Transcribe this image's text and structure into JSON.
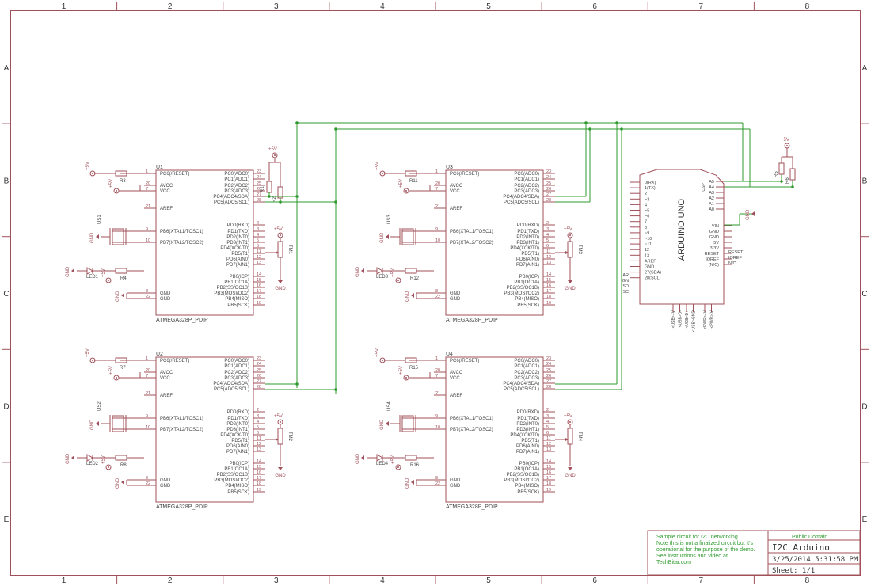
{
  "frame": {
    "columns": [
      "1",
      "2",
      "3",
      "4",
      "5",
      "6",
      "7",
      "8"
    ],
    "rows": [
      "A",
      "B",
      "C",
      "D",
      "E"
    ]
  },
  "colors": {
    "border": "#a0505a",
    "part": "#a0505a",
    "wire": "#2e9a2e",
    "note": "#2e9a2e"
  },
  "chips": [
    {
      "id": "U1",
      "name": "ATMEGA328P_PDIP",
      "crystal": "US1",
      "pot": "TM1",
      "resistor_top": "R3",
      "resistor_led": "R4",
      "led": "LED1",
      "pullups": [
        "R1",
        "R2"
      ]
    },
    {
      "id": "U2",
      "name": "ATMEGA328P_PDIP",
      "crystal": "US2",
      "pot": "TM2",
      "resistor_top": "R7",
      "resistor_led": "R8",
      "led": "LED2",
      "pullups": []
    },
    {
      "id": "U3",
      "name": "ATMEGA328P_PDIP",
      "crystal": "US3",
      "pot": "TM3",
      "resistor_top": "R11",
      "resistor_led": "R12",
      "led": "LED3",
      "pullups": []
    },
    {
      "id": "U4",
      "name": "ATMEGA328P_PDIP",
      "crystal": "US4",
      "pot": "TM4",
      "resistor_top": "R15",
      "resistor_led": "R16",
      "led": "LED4",
      "pullups": []
    }
  ],
  "chip_pins_left": [
    {
      "num": "1",
      "label": "PC6(/RESET)"
    },
    {
      "num": "20",
      "label": "AVCC"
    },
    {
      "num": "7",
      "label": "VCC"
    },
    {
      "num": "21",
      "label": "AREF"
    },
    {
      "num": "9",
      "label": "PB6(XTAL1/TOSC1)"
    },
    {
      "num": "10",
      "label": "PB7(XTAL2/TOSC2)"
    },
    {
      "num": "8",
      "label": "GND"
    },
    {
      "num": "22",
      "label": "GND"
    }
  ],
  "chip_pins_right": [
    {
      "num": "23",
      "label": "PC0(ADC0)"
    },
    {
      "num": "24",
      "label": "PC1(ADC1)"
    },
    {
      "num": "25",
      "label": "PC2(ADC2)"
    },
    {
      "num": "26",
      "label": "PC3(ADC3)"
    },
    {
      "num": "27",
      "label": "PC4(ADC4/SDA)"
    },
    {
      "num": "28",
      "label": "PC5(ADC5/SCL)"
    },
    {
      "num": "2",
      "label": "PD0(RXD)"
    },
    {
      "num": "3",
      "label": "PD1(TXD)"
    },
    {
      "num": "4",
      "label": "PD2(INT0)"
    },
    {
      "num": "5",
      "label": "PD3(INT1)"
    },
    {
      "num": "6",
      "label": "PD4(XCK/T0)"
    },
    {
      "num": "11",
      "label": "PD5(T1)"
    },
    {
      "num": "12",
      "label": "PD6(AIN0)"
    },
    {
      "num": "13",
      "label": "PD7(AIN1)"
    },
    {
      "num": "14",
      "label": "PB0(ICP)"
    },
    {
      "num": "15",
      "label": "PB1(OC1A)"
    },
    {
      "num": "16",
      "label": "PB2(SS/OC1B)"
    },
    {
      "num": "17",
      "label": "PB3(MOSI/OC2)"
    },
    {
      "num": "18",
      "label": "PB4(MISO)"
    },
    {
      "num": "19",
      "label": "PB5(SCK)"
    }
  ],
  "net_labels": {
    "vcc": "+5V",
    "gnd": "GND"
  },
  "arduino": {
    "title": "ARDUINO UNO",
    "icsp": "ICSP",
    "left_pins": [
      "0(RX)",
      "1(TX)",
      "2",
      "~3",
      "4",
      "~5",
      "~6",
      "7",
      "8",
      "~9",
      "~10",
      "~11",
      "12",
      "13",
      "AREF",
      "GND",
      "27(SDA)",
      "28(SCL)"
    ],
    "left_stubs": [
      "AR",
      "GN",
      "SD",
      "SC"
    ],
    "right_top": [
      "A5",
      "A4",
      "A3",
      "A2",
      "A1",
      "A0"
    ],
    "right_mid": [
      "VIN",
      "GND",
      "GND",
      "5V",
      "3.3V",
      "RESET",
      "IOREF",
      "(N/C)"
    ],
    "right_stubs": [
      "RESET",
      "IOREF",
      "N/C"
    ],
    "bottom": [
      "<USB>+V",
      "<USB>D-",
      "<USB>D+",
      "<USB>GND",
      "<PWR>+V",
      "<PWR>-V"
    ],
    "pullups": [
      "R5",
      "R6"
    ]
  },
  "title_block": {
    "license": "Public Domain",
    "name": "I2C Arduino",
    "date": "3/25/2014 5:31:58 PM",
    "sheet": "Sheet: 1/1",
    "note": [
      "Sample circuit for I2C networking.",
      "Note this is not a finalized circuit but it's",
      "operational for the purpose of the demo.",
      "See instructions and video at",
      "TechBitar.com"
    ]
  }
}
